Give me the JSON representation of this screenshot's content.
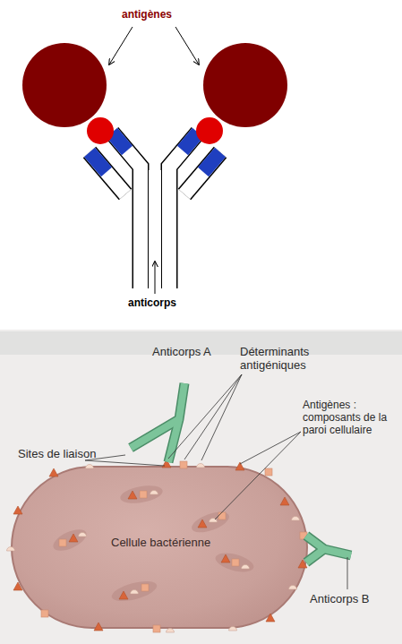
{
  "diagram": {
    "nodes": [
      {
        "text": [
          "Cellule bactérienne"
        ]
      }
    ],
    "labels": [
      "antigènes",
      "anticorps",
      "Anticorps A",
      "Déterminants antigéniques",
      "Sites de liaison",
      "Antigènes : composants de la paroi cellulaire",
      "Anticorps B"
    ]
  }
}
